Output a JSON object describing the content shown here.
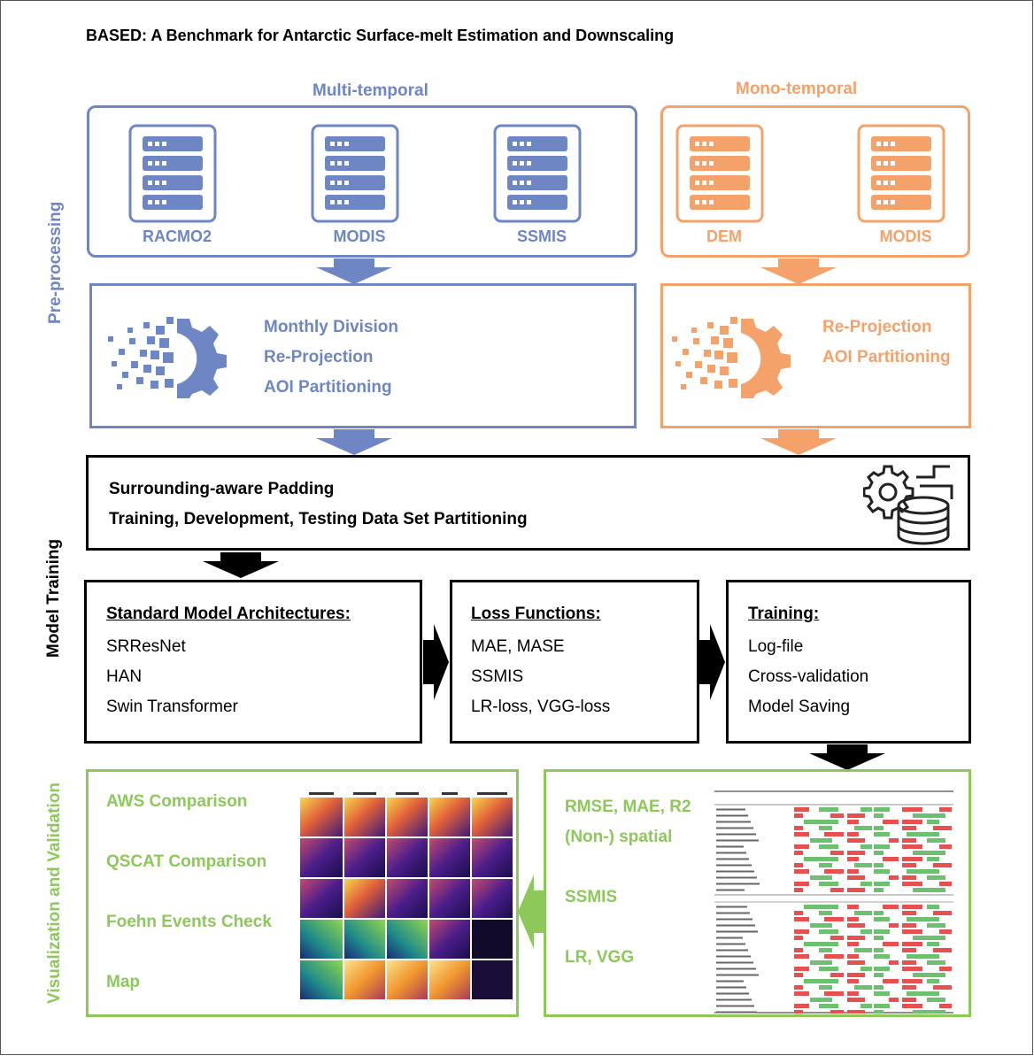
{
  "title": "BASED: A Benchmark for Antarctic Surface-melt Estimation and Downscaling",
  "side_labels": {
    "preprocessing": "Pre-processing",
    "model_training": "Model Training",
    "visualization": "Visualization and Validation"
  },
  "multi_temporal": {
    "title": "Multi-temporal",
    "sources": [
      "RACMO2",
      "MODIS",
      "SSMIS"
    ],
    "steps": [
      "Monthly Division",
      "Re-Projection",
      "AOI Partitioning"
    ]
  },
  "mono_temporal": {
    "title": "Mono-temporal",
    "sources": [
      "DEM",
      "MODIS"
    ],
    "steps": [
      "Re-Projection",
      "AOI Partitioning"
    ]
  },
  "padding_box": {
    "lines": [
      "Surrounding-aware Padding",
      "Training, Development, Testing Data Set Partitioning"
    ]
  },
  "architectures": {
    "title": "Standard Model Architectures:",
    "items": [
      "SRResNet",
      "HAN",
      "Swin Transformer"
    ]
  },
  "loss_functions": {
    "title": "Loss Functions:",
    "items": [
      "MAE, MASE",
      "SSMIS",
      "LR-loss, VGG-loss"
    ]
  },
  "training": {
    "title": "Training:",
    "items": [
      "Log-file",
      "Cross-validation",
      "Model Saving"
    ]
  },
  "metrics_panel": {
    "items": [
      "RMSE, MAE, R2",
      "(Non-) spatial",
      "SSMIS",
      "LR, VGG"
    ]
  },
  "validation_panel": {
    "items": [
      "AWS Comparison",
      "QSCAT Comparison",
      "Foehn Events Check",
      "Map"
    ]
  },
  "colors": {
    "blue": "#6f86c5",
    "orange": "#f5a16a",
    "green": "#8dc85a",
    "black": "#000000"
  }
}
